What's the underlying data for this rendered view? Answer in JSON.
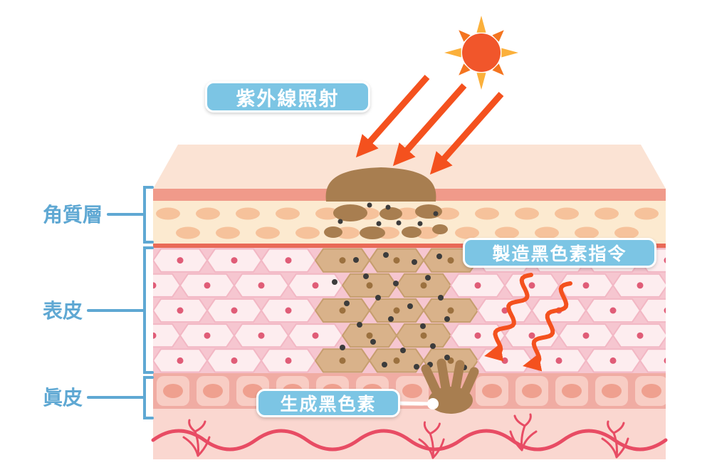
{
  "annotations": {
    "uv_label": "紫外線照射",
    "melanin_command_label": "製造黑色素指令",
    "melanin_generate_label": "生成黑色素"
  },
  "layer_labels": {
    "stratum_corneum": "角質層",
    "epidermis": "表皮",
    "dermis": "眞皮"
  },
  "icons": {
    "sun": "sun-icon",
    "uv_arrows": "arrow-down-left-icon",
    "signal_arrows": "wavy-arrow-icon"
  },
  "colors": {
    "tag_bg": "#7CC5E4",
    "tag_text": "#FFFFFF",
    "layer_label_text": "#5FA8D3",
    "sun_core": "#F1562B",
    "sun_ray_yellow": "#FBB03B",
    "sun_ray_orange": "#F4741F",
    "arrow_orange": "#F4511E",
    "skin_top": "#FBE3D4",
    "surface_band": "#F09A8A",
    "corneum_bg": "#FCEAD0",
    "corneum_cell": "#F6C29B",
    "corneum_divider": "#E96A57",
    "epidermis_bg": "#F6C6D0",
    "epidermis_cell": "#FDEDEF",
    "epidermis_cell_edge": "#F2B7C4",
    "epidermis_cell_dot": "#E05C77",
    "melanin": "#A87E50",
    "melanin_cell": "#D9B28A",
    "melanin_cell_edge": "#C69E6E",
    "melanin_cell_dot": "#9C713F",
    "granule": "#3C3C3C",
    "dermis_band_bg": "#F0ACA3",
    "dermis_cell": "#F8CDC4",
    "dermis_cell_core": "#EFA08F",
    "dermis_lower_bg": "#FAD7D0",
    "vessel": "#E84C64",
    "connector": "#FFFFFF"
  }
}
